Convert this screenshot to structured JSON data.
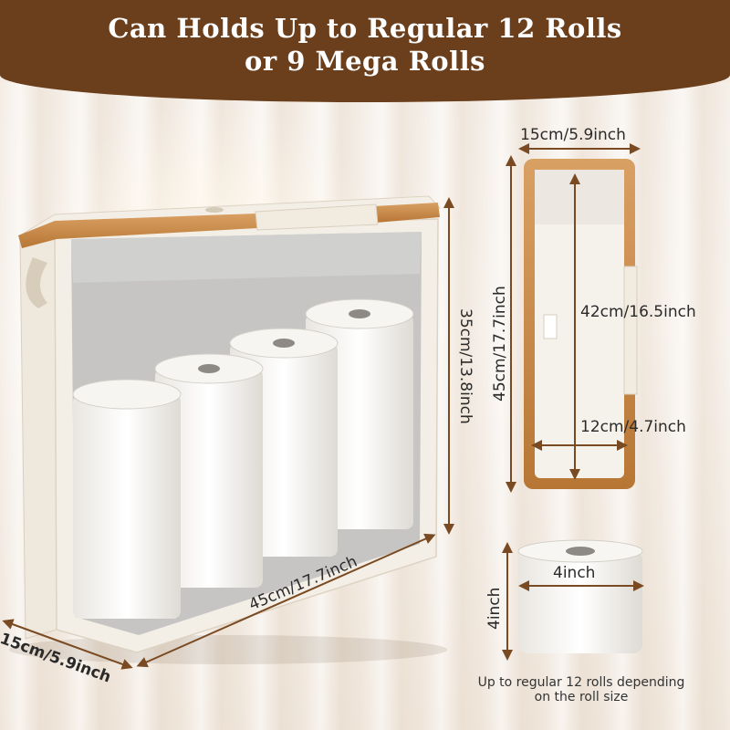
{
  "banner": {
    "line1": "Can Holds Up to Regular 12 Rolls",
    "line2": "or 9 Mega Rolls"
  },
  "dimensions": {
    "front_width": "45cm/17.7inch",
    "front_depth": "15cm/5.9inch",
    "front_height": "35cm/13.8inch",
    "top_width": "15cm/5.9inch",
    "top_length": "45cm/17.7inch",
    "inner_length": "42cm/16.5inch",
    "inner_width": "12cm/4.7inch",
    "roll_width": "4inch",
    "roll_height": "4inch"
  },
  "note": {
    "line1": "Up to regular 12 rolls depending",
    "line2": "on the roll size"
  },
  "colors": {
    "banner": "#6b3f1c",
    "bamboo": "#c98a46",
    "canvas": "#f4efe6",
    "window": "#bdbdbd",
    "arrow": "#7a4a22"
  }
}
